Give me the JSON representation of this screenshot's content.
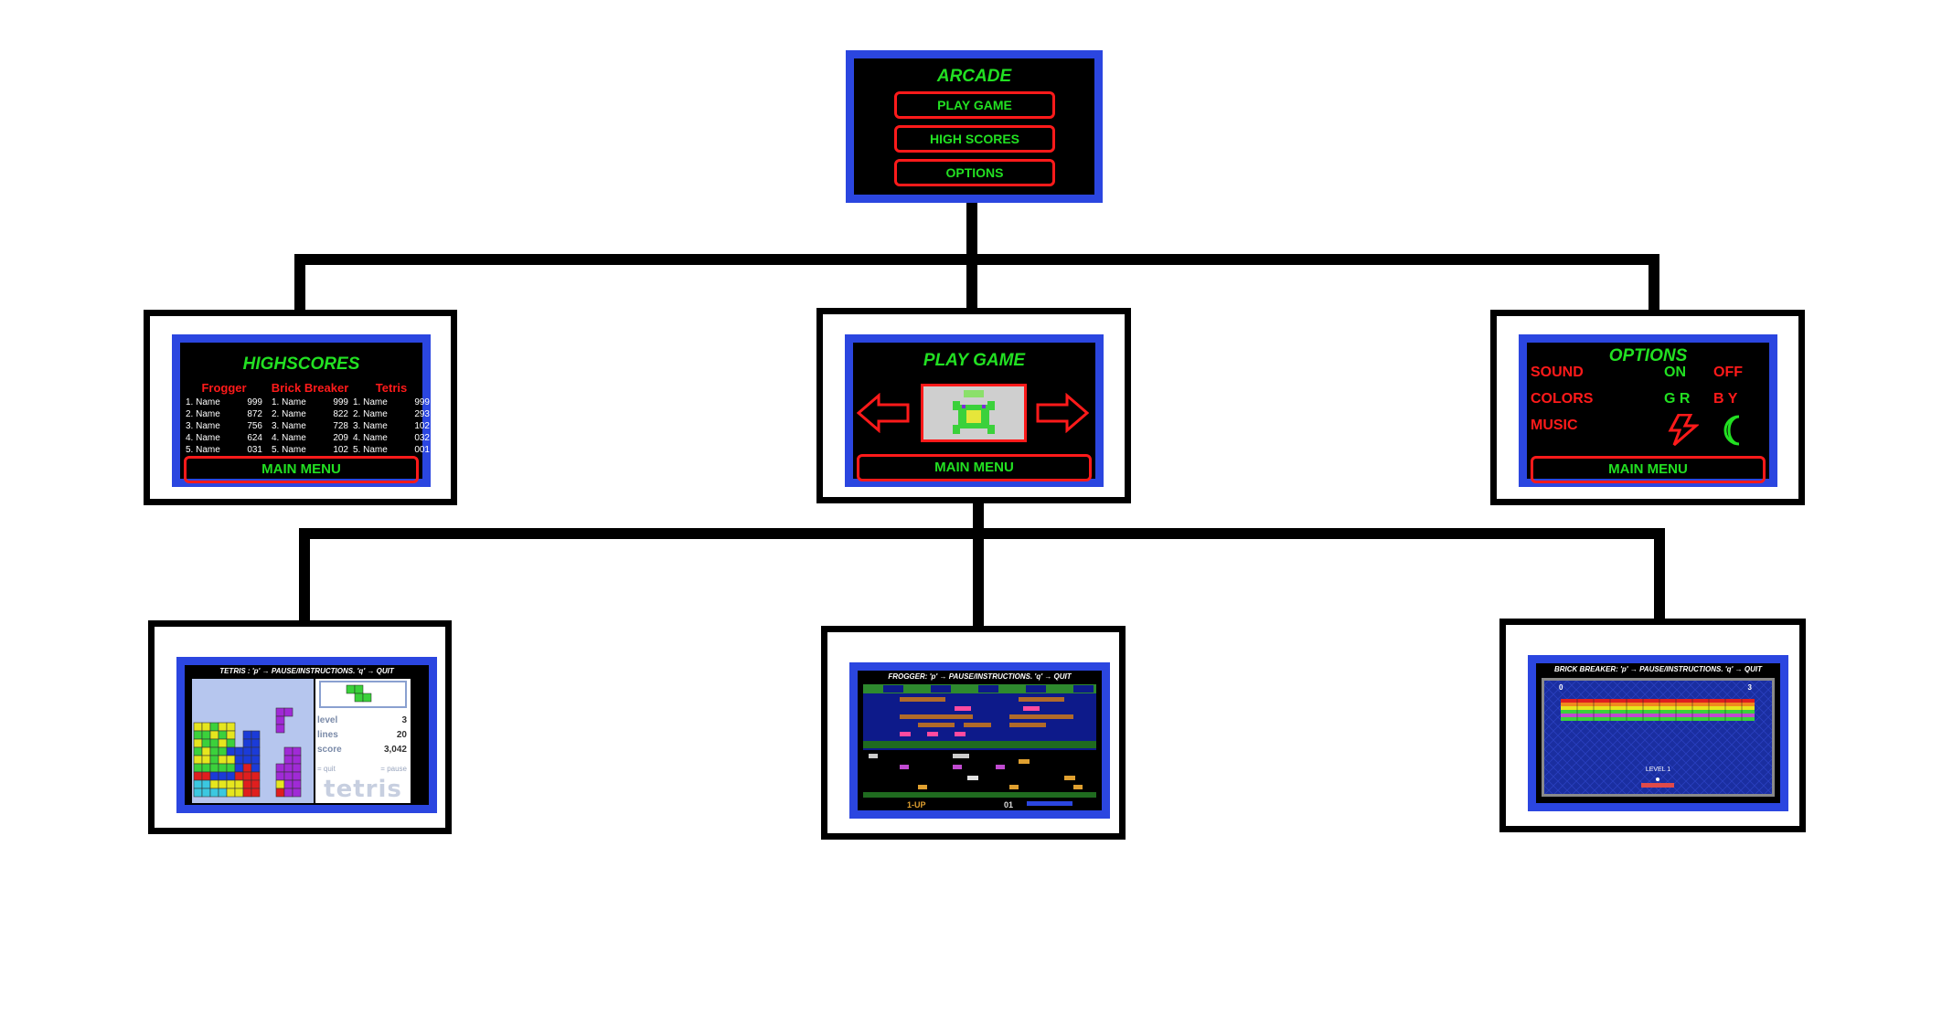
{
  "main_menu": {
    "title": "ARCADE",
    "buttons": [
      "PLAY GAME",
      "HIGH SCORES",
      "OPTIONS"
    ]
  },
  "highscores": {
    "title": "HIGHSCORES",
    "games": [
      {
        "name": "Frogger",
        "rows": [
          [
            "1. Name",
            "999"
          ],
          [
            "2. Name",
            "872"
          ],
          [
            "3. Name",
            "756"
          ],
          [
            "4. Name",
            "624"
          ],
          [
            "5. Name",
            "031"
          ]
        ]
      },
      {
        "name": "Brick Breaker",
        "rows": [
          [
            "1. Name",
            "999"
          ],
          [
            "2. Name",
            "822"
          ],
          [
            "3. Name",
            "728"
          ],
          [
            "4. Name",
            "209"
          ],
          [
            "5. Name",
            "102"
          ]
        ]
      },
      {
        "name": "Tetris",
        "rows": [
          [
            "1. Name",
            "999"
          ],
          [
            "2. Name",
            "293"
          ],
          [
            "3. Name",
            "102"
          ],
          [
            "4. Name",
            "032"
          ],
          [
            "5. Name",
            "001"
          ]
        ]
      }
    ],
    "back": "MAIN MENU"
  },
  "play_game": {
    "title": "PLAY GAME",
    "back": "MAIN MENU"
  },
  "options": {
    "title": "OPTIONS",
    "sound": {
      "label": "SOUND",
      "on": "ON",
      "off": "OFF"
    },
    "colors": {
      "label": "COLORS",
      "a": "G R",
      "b": "B Y"
    },
    "music": {
      "label": "MUSIC"
    },
    "back": "MAIN MENU"
  },
  "games": {
    "tetris": {
      "caption": "TETRIS : 'p' → PAUSE/INSTRUCTIONS. 'q' → QUIT",
      "level_label": "level",
      "level": "3",
      "lines_label": "lines",
      "lines": "20",
      "score_label": "score",
      "score": "3,042",
      "quit": "= quit",
      "pause": "= pause",
      "logo": "tetris"
    },
    "frogger": {
      "caption": "FROGGER: 'p' → PAUSE/INSTRUCTIONS. 'q' → QUIT",
      "hud_player": "1-UP",
      "hud_lives": "01"
    },
    "brick_breaker": {
      "caption": "BRICK BREAKER: 'p' → PAUSE/INSTRUCTIONS. 'q' → QUIT",
      "level": "LEVEL 1",
      "score_left": "0",
      "score_right": "3"
    }
  },
  "colors": {
    "screen_border": "#2b46e0",
    "accent_green": "#22e022",
    "accent_red": "#ff1a1a"
  }
}
